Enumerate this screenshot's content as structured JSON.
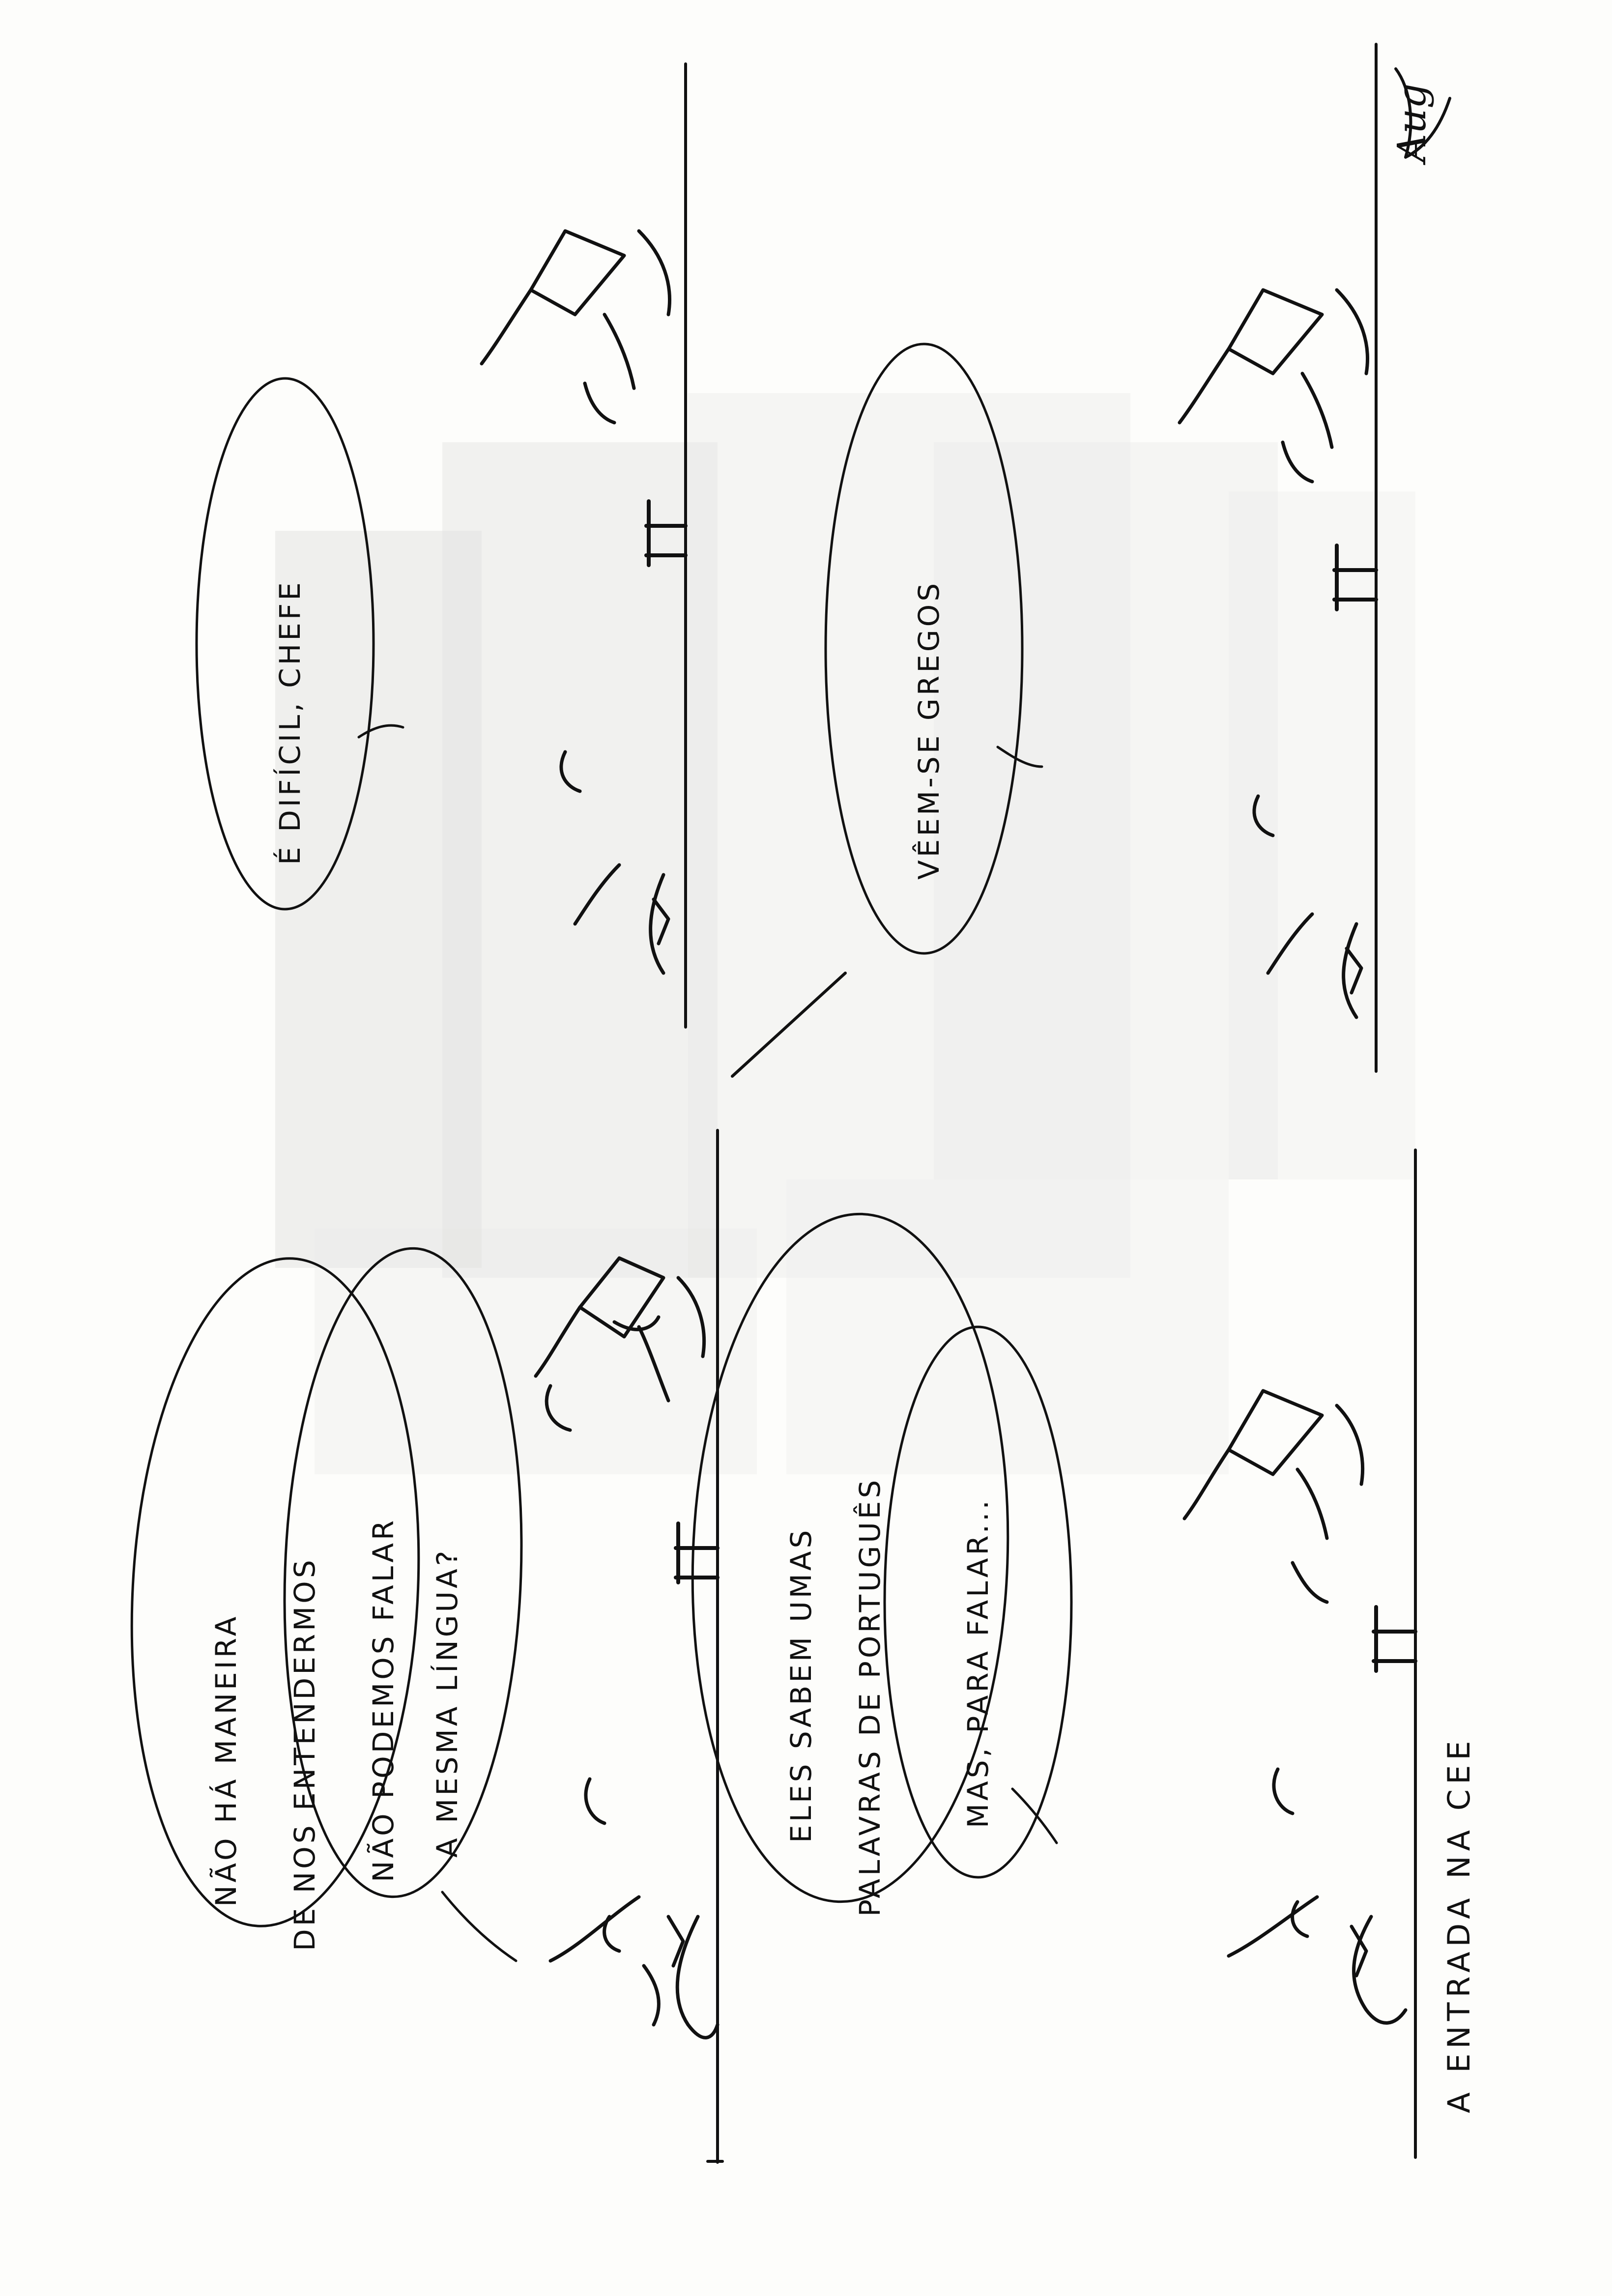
{
  "strip": {
    "orientation": "rotated 90 degrees counter-clockwise",
    "colors": {
      "ink": "#111111",
      "paper": "#fdfdfb",
      "smudge": "#9a9a9a"
    },
    "panels": [
      {
        "id": "panel-1",
        "bubbles": [
          {
            "lines": [
              "NÃO HÁ MANEIRA",
              "DE NOS ENTENDERMOS"
            ]
          },
          {
            "lines": [
              "NÃO PODEMOS FALAR",
              "A MESMA LÍNGUA?"
            ]
          }
        ]
      },
      {
        "id": "panel-2",
        "bubbles": [
          {
            "lines": [
              "É DIFÍCIL, CHEFE"
            ]
          }
        ]
      },
      {
        "id": "panel-3",
        "bubbles": [
          {
            "lines": [
              "ELES SABEM UMAS",
              "PALAVRAS DE PORTUGUÊS"
            ]
          },
          {
            "lines": [
              "MAS, PARA FALAR..."
            ]
          }
        ]
      },
      {
        "id": "panel-4",
        "bubbles": [
          {
            "lines": [
              "VÊEM-SE GREGOS"
            ]
          }
        ]
      }
    ],
    "caption": "A ENTRADA NA CEE",
    "signature": "Aug"
  }
}
